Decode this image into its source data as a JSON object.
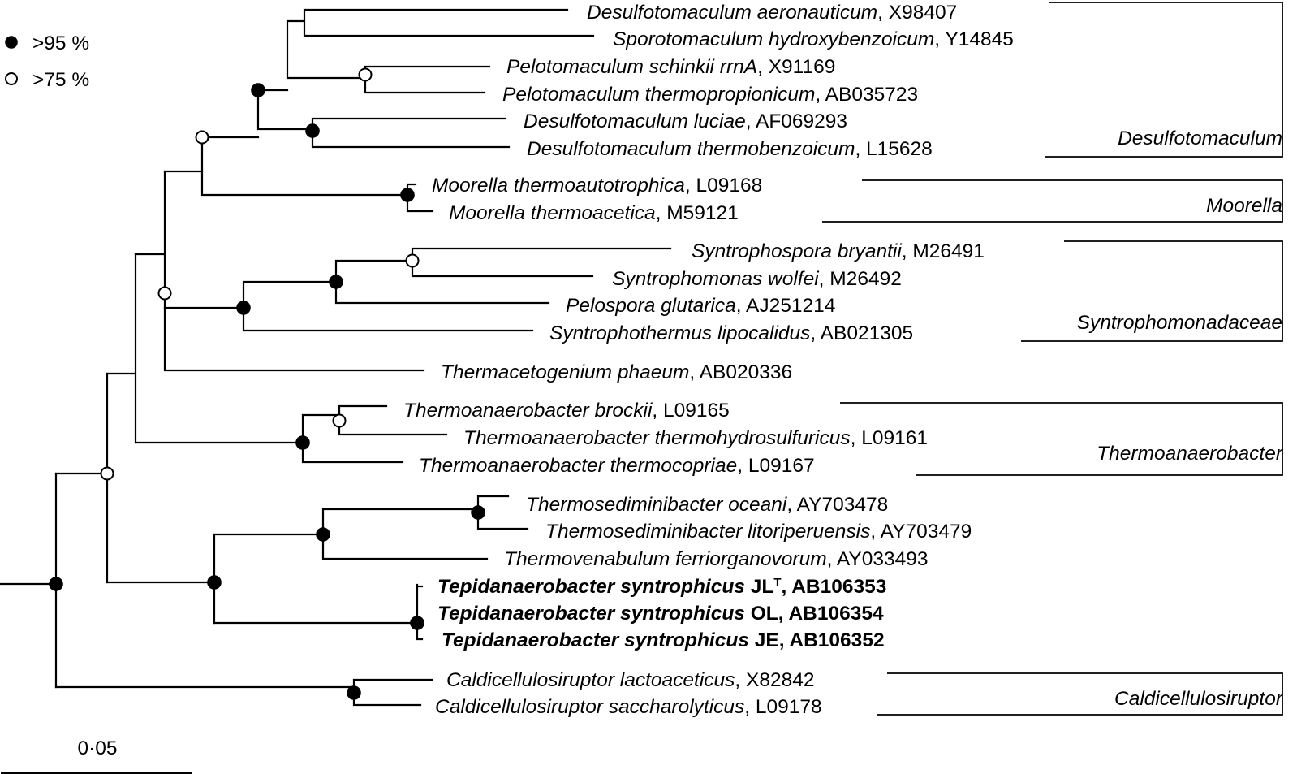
{
  "legend": {
    "filled": ">95 %",
    "open": ">75 %"
  },
  "scale_bar": {
    "label": "0·05"
  },
  "taxa": [
    {
      "genus": "Desulfotomaculum aeronauticum",
      "accession": ", X98407"
    },
    {
      "genus": "Sporotomaculum hydroxybenzoicum",
      "accession": ", Y14845"
    },
    {
      "genus": "Pelotomaculum schinkii rrnA",
      "accession": ", X91169"
    },
    {
      "genus": "Pelotomaculum thermopropionicum",
      "accession": ", AB035723"
    },
    {
      "genus": "Desulfotomaculum luciae",
      "accession": ", AF069293"
    },
    {
      "genus": "Desulfotomaculum thermobenzoicum",
      "accession": ", L15628"
    },
    {
      "genus": "Moorella thermoautotrophica",
      "accession": ", L09168"
    },
    {
      "genus": "Moorella thermoacetica",
      "accession": ", M59121"
    },
    {
      "genus": "Syntrophospora bryantii",
      "accession": ", M26491"
    },
    {
      "genus": "Syntrophomonas wolfei",
      "accession": ", M26492"
    },
    {
      "genus": "Pelospora glutarica",
      "accession": ", AJ251214"
    },
    {
      "genus": "Syntrophothermus lipocalidus",
      "accession": ", AB021305"
    },
    {
      "genus": "Thermacetogenium phaeum",
      "accession": ", AB020336"
    },
    {
      "genus": "Thermoanaerobacter brockii",
      "accession": ", L09165"
    },
    {
      "genus": "Thermoanaerobacter thermohydrosulfuricus",
      "accession": ", L09161"
    },
    {
      "genus": "Thermoanaerobacter thermocopriae",
      "accession": ", L09167"
    },
    {
      "genus": "Thermosediminibacter oceani",
      "accession": ", AY703478"
    },
    {
      "genus": "Thermosediminibacter litoriperuensis",
      "accession": ", AY703479"
    },
    {
      "genus": "Thermovenabulum ferriorganovorum",
      "accession": ", AY033493"
    },
    {
      "genus": "Tepidanaerobacter syntrophicus",
      "strain": " JL",
      "superscript": "T",
      "accession": ", AB106353"
    },
    {
      "genus": "Tepidanaerobacter syntrophicus",
      "strain": " OL",
      "accession": ", AB106354"
    },
    {
      "genus": "Tepidanaerobacter syntrophicus",
      "strain": " JE",
      "accession": ", AB106352"
    },
    {
      "genus": "Caldicellulosiruptor lactoaceticus",
      "accession": ", X82842"
    },
    {
      "genus": "Caldicellulosiruptor saccharolyticus",
      "accession": ", L09178"
    }
  ],
  "groups": [
    {
      "label": "Desulfotomaculum"
    },
    {
      "label": "Moorella"
    },
    {
      "label": "Syntrophomonadaceae"
    },
    {
      "label": "Thermoanaerobacter"
    },
    {
      "label": "Caldicellulosiruptor"
    }
  ]
}
